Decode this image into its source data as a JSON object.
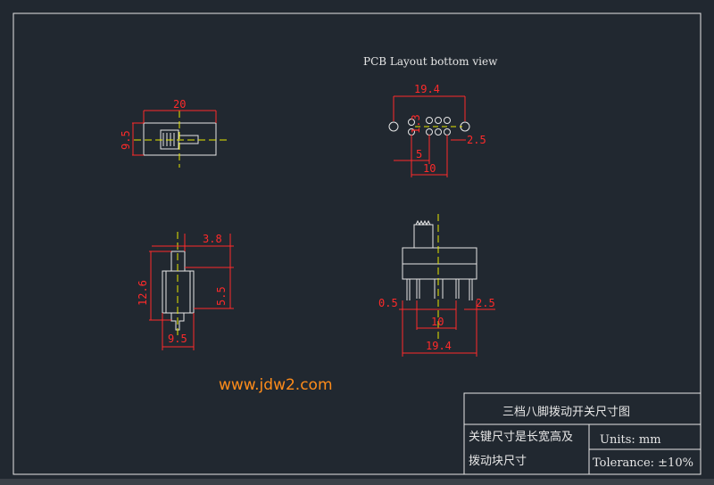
{
  "pcb_view_title": "PCB Layout bottom view",
  "website": "www.jdw2.com",
  "title_block": {
    "title": "三档八脚拨动开关尺寸图",
    "note_line1": "关键尺寸是长宽高及",
    "note_line2": "拨动块尺寸",
    "units": "Units: mm",
    "tolerance": "Tolerance: ±10%"
  },
  "dimensions": {
    "top_width": "20",
    "top_height": "9.5",
    "pcb_total": "19.4",
    "pcb_pitch_small": "5",
    "pcb_pitch_large": "10",
    "pcb_right": "2.5",
    "pcb_hole": "1.3",
    "side_knob": "3.8",
    "side_height": "12.6",
    "side_pin": "5.5",
    "side_width": "9.5",
    "front_left": "0.5",
    "front_mid": "10",
    "front_right": "2.5",
    "front_total": "19.4"
  },
  "colors": {
    "background": "#212830",
    "outline": "#e6e6e6",
    "dimension": "#ff2a2a",
    "centerline": "#e8e800",
    "accent_url": "#ff8c1a"
  }
}
